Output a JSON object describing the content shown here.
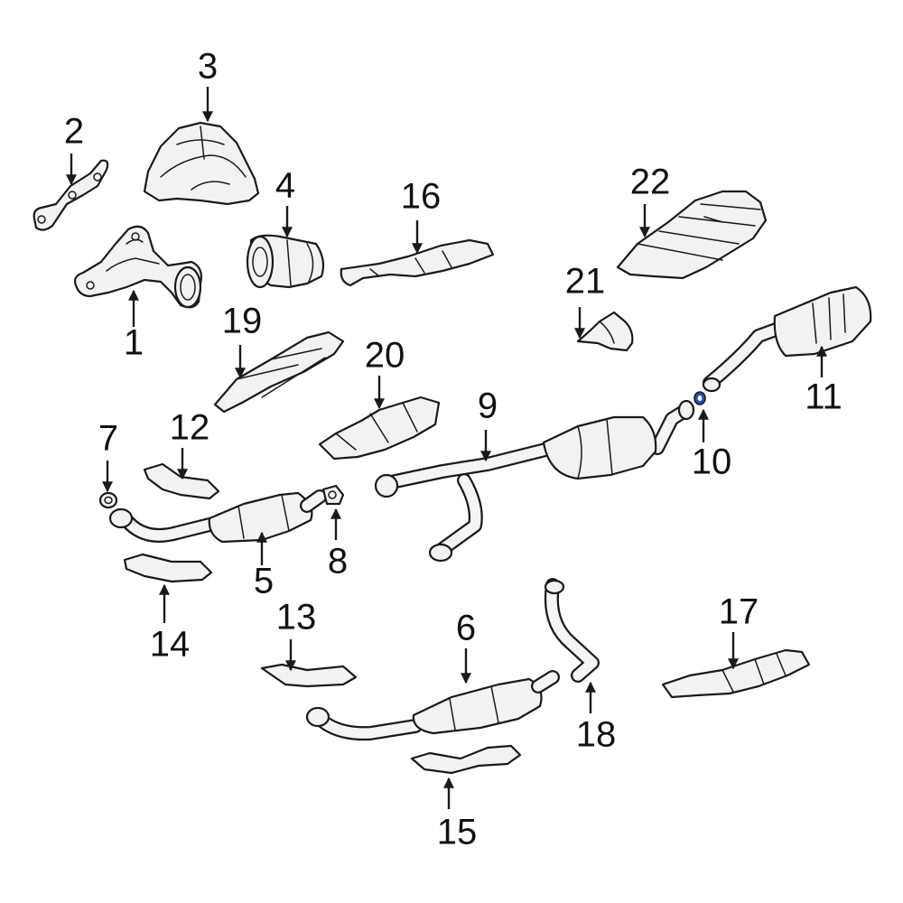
{
  "diagram": {
    "callouts": [
      {
        "id": "1",
        "text": "1"
      },
      {
        "id": "2",
        "text": "2"
      },
      {
        "id": "3",
        "text": "3"
      },
      {
        "id": "4",
        "text": "4"
      },
      {
        "id": "5",
        "text": "5"
      },
      {
        "id": "6",
        "text": "6"
      },
      {
        "id": "7",
        "text": "7"
      },
      {
        "id": "8",
        "text": "8"
      },
      {
        "id": "9",
        "text": "9"
      },
      {
        "id": "10",
        "text": "10"
      },
      {
        "id": "11",
        "text": "11"
      },
      {
        "id": "12",
        "text": "12"
      },
      {
        "id": "13",
        "text": "13"
      },
      {
        "id": "14",
        "text": "14"
      },
      {
        "id": "15",
        "text": "15"
      },
      {
        "id": "16",
        "text": "16"
      },
      {
        "id": "17",
        "text": "17"
      },
      {
        "id": "18",
        "text": "18"
      },
      {
        "id": "19",
        "text": "19"
      },
      {
        "id": "20",
        "text": "20"
      },
      {
        "id": "21",
        "text": "21"
      },
      {
        "id": "22",
        "text": "22"
      }
    ],
    "colors": {
      "line": "#1a1a1a",
      "part_fill": "#f2f2f2",
      "highlight_gasket": "#2a4fb0"
    }
  }
}
